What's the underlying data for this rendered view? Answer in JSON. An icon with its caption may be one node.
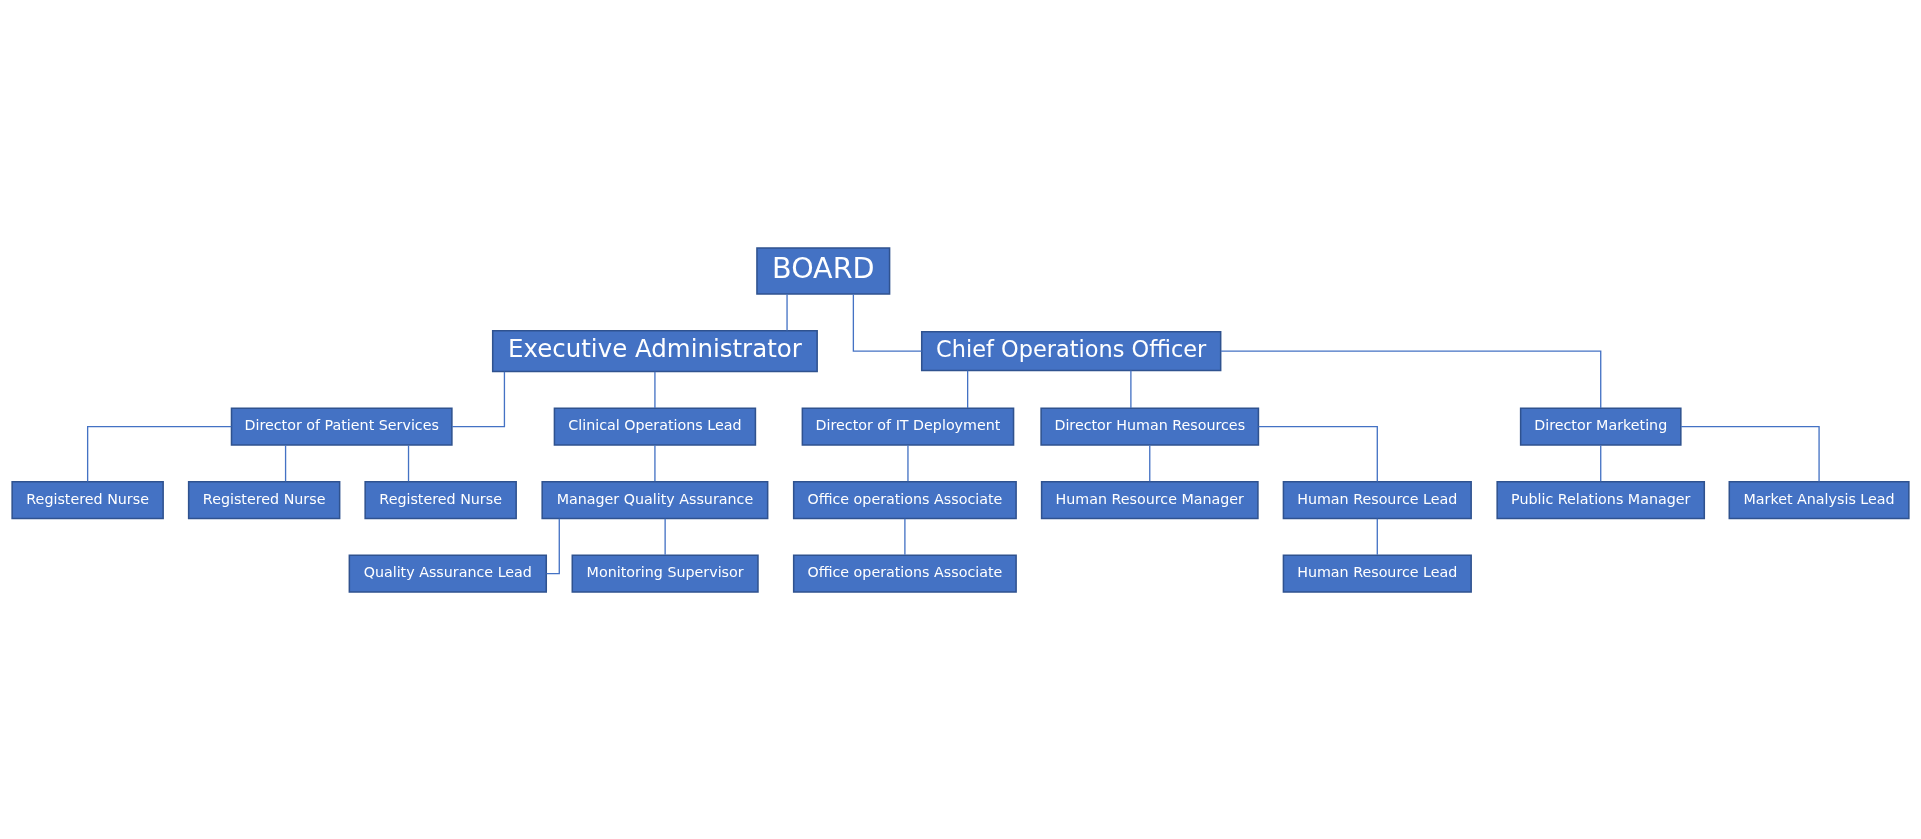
{
  "diagram": {
    "nodes": [
      {
        "text": [
          "BOARD"
        ]
      },
      {
        "text": [
          "Executive Administrator"
        ]
      },
      {
        "text": [
          "Chief Operations Officer"
        ]
      },
      {
        "text": [
          "Director of Patient Services"
        ]
      },
      {
        "text": [
          "Clinical Operations Lead"
        ]
      },
      {
        "text": [
          "Registered Nurse"
        ]
      },
      {
        "text": [
          "Registered Nurse"
        ]
      },
      {
        "text": [
          "Registered Nurse"
        ]
      },
      {
        "text": [
          "Manager Quality Assurance"
        ]
      },
      {
        "text": [
          "Quality Assurance Lead"
        ]
      },
      {
        "text": [
          "Monitoring Supervisor"
        ]
      },
      {
        "text": [
          "Director of IT Deployment"
        ]
      },
      {
        "text": [
          "Director Human Resources"
        ]
      },
      {
        "text": [
          "Director Marketing"
        ]
      },
      {
        "text": [
          "Office operations Associate"
        ]
      },
      {
        "text": [
          "Office operations Associate"
        ]
      },
      {
        "text": [
          "Human Resource Manager"
        ]
      },
      {
        "text": [
          "Human Resource Lead"
        ]
      },
      {
        "text": [
          "Human Resource Lead"
        ]
      },
      {
        "text": [
          "Public Relations Manager"
        ]
      },
      {
        "text": [
          "Market Analysis Lead"
        ]
      }
    ],
    "edges": [
      {
        "from": 0,
        "to": 1,
        "arrow": "none"
      },
      {
        "from": 0,
        "to": 2,
        "arrow": "none"
      },
      {
        "from": 1,
        "to": 3,
        "arrow": "none"
      },
      {
        "from": 1,
        "to": 4,
        "arrow": "none"
      },
      {
        "from": 3,
        "to": 5,
        "arrow": "none"
      },
      {
        "from": 3,
        "to": 6,
        "arrow": "none"
      },
      {
        "from": 3,
        "to": 7,
        "arrow": "none"
      },
      {
        "from": 4,
        "to": 8,
        "arrow": "none"
      },
      {
        "from": 8,
        "to": 9,
        "arrow": "none"
      },
      {
        "from": 8,
        "to": 10,
        "arrow": "none"
      },
      {
        "from": 2,
        "to": 11,
        "arrow": "none"
      },
      {
        "from": 2,
        "to": 12,
        "arrow": "none"
      },
      {
        "from": 2,
        "to": 13,
        "arrow": "none"
      },
      {
        "from": 11,
        "to": 14,
        "arrow": "none"
      },
      {
        "from": 14,
        "to": 15,
        "arrow": "none"
      },
      {
        "from": 12,
        "to": 16,
        "arrow": "none"
      },
      {
        "from": 12,
        "to": 17,
        "arrow": "none"
      },
      {
        "from": 17,
        "to": 18,
        "arrow": "none"
      },
      {
        "from": 13,
        "to": 19,
        "arrow": "none"
      },
      {
        "from": 13,
        "to": 20,
        "arrow": "none"
      }
    ]
  }
}
